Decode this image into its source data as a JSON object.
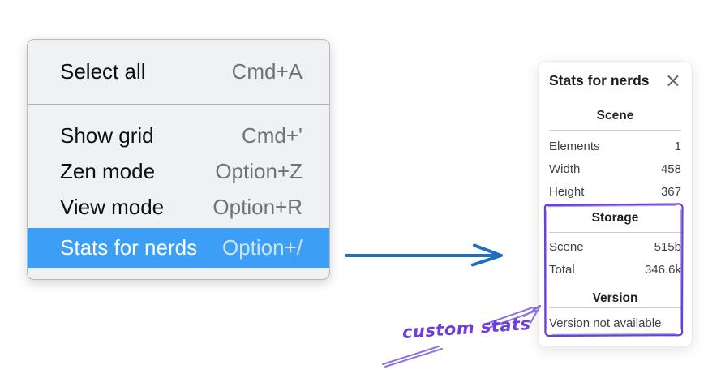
{
  "accent_colors": {
    "menu_highlight_blue": "#3d9ef6",
    "flow_arrow_blue": "#1f6fc0",
    "annotation_purple": "#6d3fd8",
    "annotation_box_purple": "#6741d9",
    "menu_background": "#f0f1f3"
  },
  "context_menu": {
    "items": [
      {
        "label": "Select all",
        "shortcut": "Cmd+A",
        "selected": false
      },
      {
        "label": "Show grid",
        "shortcut": "Cmd+'",
        "selected": false
      },
      {
        "label": "Zen mode",
        "shortcut": "Option+Z",
        "selected": false
      },
      {
        "label": "View mode",
        "shortcut": "Option+R",
        "selected": false
      },
      {
        "label": "Stats for nerds",
        "shortcut": "Option+/",
        "selected": true
      }
    ]
  },
  "stats_panel": {
    "title": "Stats for nerds",
    "close_glyph": "×",
    "sections": [
      {
        "heading": "Scene",
        "rows": [
          {
            "label": "Elements",
            "value": "1"
          },
          {
            "label": "Width",
            "value": "458"
          },
          {
            "label": "Height",
            "value": "367"
          }
        ]
      },
      {
        "heading": "Storage",
        "rows": [
          {
            "label": "Scene",
            "value": "515b"
          },
          {
            "label": "Total",
            "value": "346.6k"
          }
        ]
      },
      {
        "heading": "Version",
        "note": "Version not available"
      }
    ]
  },
  "annotation": {
    "label": "custom stats"
  }
}
